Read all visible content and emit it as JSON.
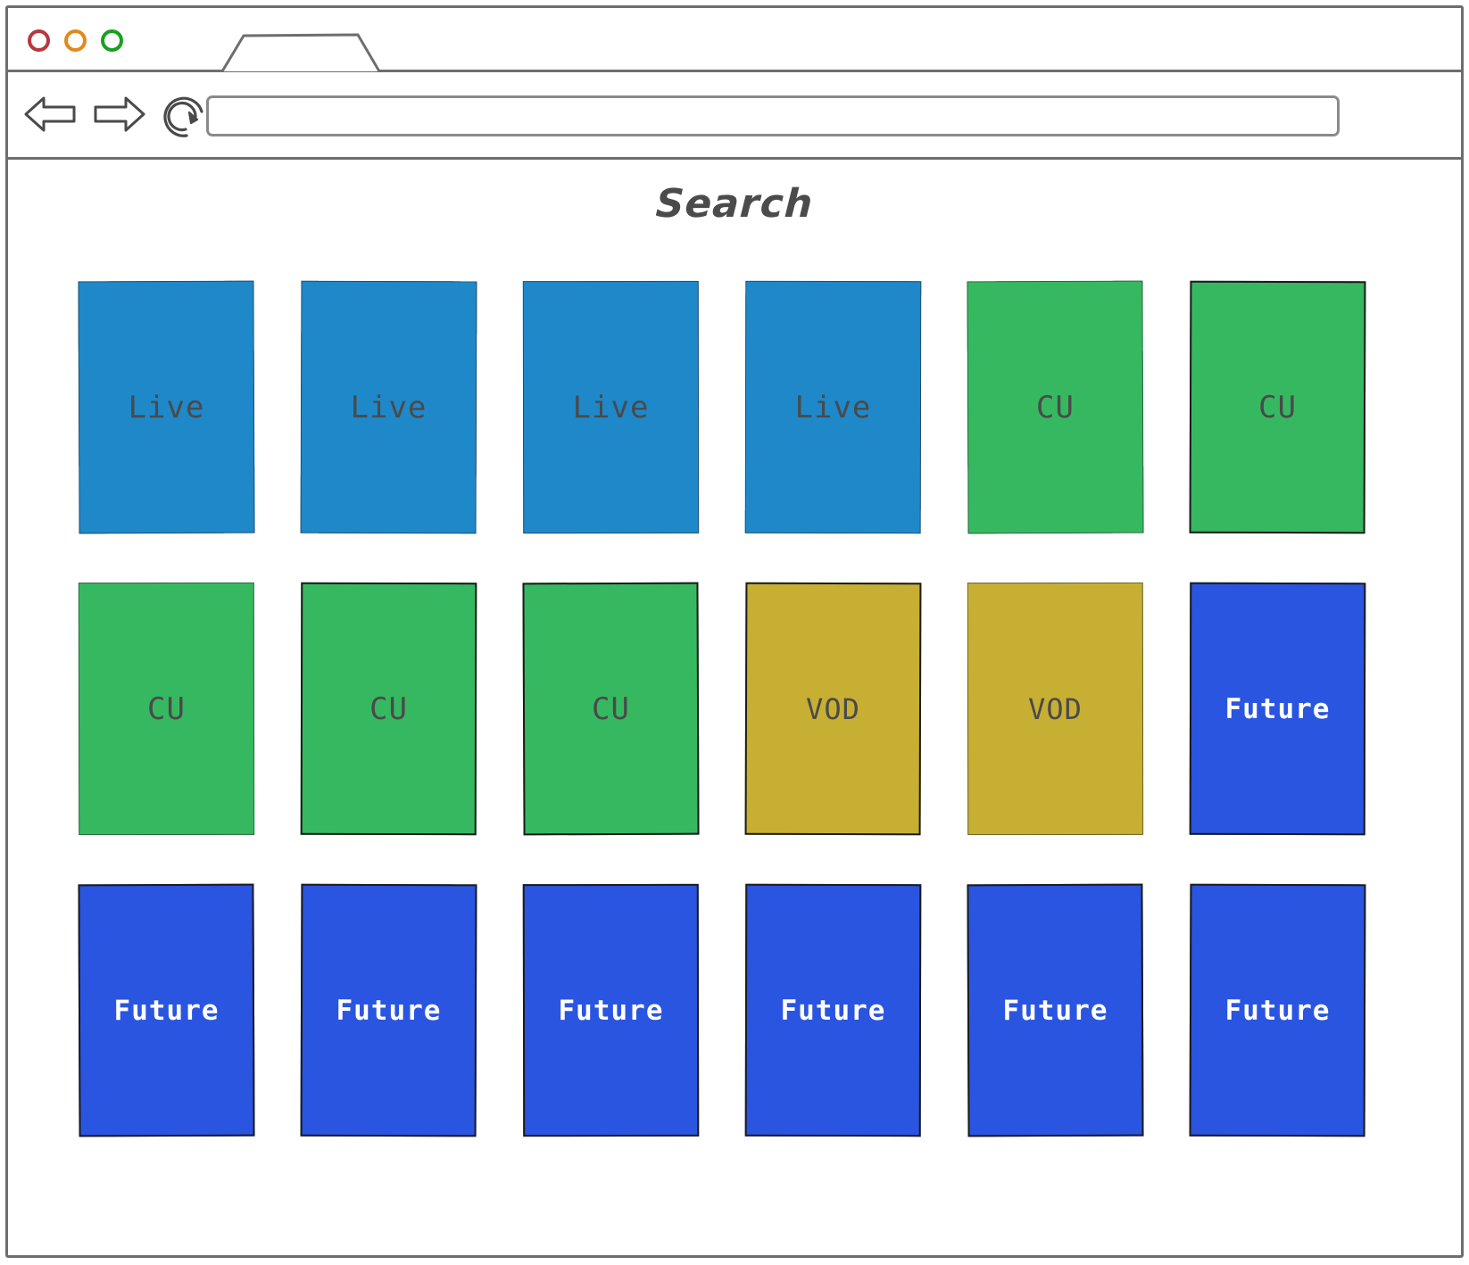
{
  "window": {
    "traffic_lights": [
      {
        "name": "close",
        "color": "#b8373f"
      },
      {
        "name": "minimize",
        "color": "#e08a1e"
      },
      {
        "name": "maximize",
        "color": "#18a020"
      }
    ],
    "tab_label": "",
    "toolbar": {
      "back_icon": "arrow-left-icon",
      "forward_icon": "arrow-right-icon",
      "reload_icon": "reload-icon",
      "url_value": "",
      "url_placeholder": ""
    }
  },
  "page": {
    "title": "Search",
    "colors": {
      "live": "#1f88c9",
      "cu": "#36b861",
      "vod": "#c6af33",
      "future": "#2a55e0",
      "chrome_border": "#6e6e6e",
      "label_text": "#4a4a4a",
      "future_text": "#ffffff"
    },
    "grid": {
      "columns": 6,
      "rows": 3,
      "cards": [
        {
          "label": "Live",
          "type": "live",
          "border": "soft"
        },
        {
          "label": "Live",
          "type": "live",
          "border": "soft"
        },
        {
          "label": "Live",
          "type": "live",
          "border": "soft"
        },
        {
          "label": "Live",
          "type": "live",
          "border": "soft"
        },
        {
          "label": "CU",
          "type": "cu",
          "border": "soft"
        },
        {
          "label": "CU",
          "type": "cu",
          "border": "sketch"
        },
        {
          "label": "CU",
          "type": "cu",
          "border": "soft"
        },
        {
          "label": "CU",
          "type": "cu",
          "border": "sketch"
        },
        {
          "label": "CU",
          "type": "cu",
          "border": "sketch"
        },
        {
          "label": "VOD",
          "type": "vod",
          "border": "sketch"
        },
        {
          "label": "VOD",
          "type": "vod",
          "border": "soft"
        },
        {
          "label": "Future",
          "type": "future",
          "border": "sketch"
        },
        {
          "label": "Future",
          "type": "future",
          "border": "sketch"
        },
        {
          "label": "Future",
          "type": "future",
          "border": "sketch"
        },
        {
          "label": "Future",
          "type": "future",
          "border": "sketch"
        },
        {
          "label": "Future",
          "type": "future",
          "border": "sketch"
        },
        {
          "label": "Future",
          "type": "future",
          "border": "sketch"
        },
        {
          "label": "Future",
          "type": "future",
          "border": "sketch"
        }
      ]
    }
  }
}
